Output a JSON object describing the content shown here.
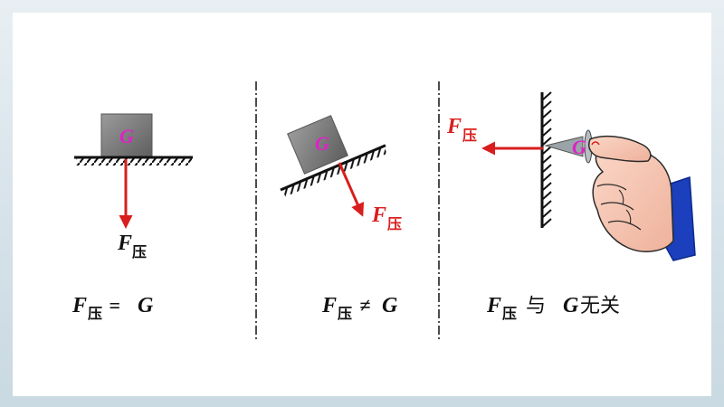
{
  "panel1": {
    "block_label": "G",
    "force_symbol": "F",
    "force_subscript": "压",
    "equation": {
      "left": "F",
      "sub": "压",
      "op": " = ",
      "right": "G"
    }
  },
  "panel2": {
    "block_label": "G",
    "force_symbol": "F",
    "force_subscript": "压",
    "equation": {
      "left": "F",
      "sub": "压",
      "op": " ≠ ",
      "right": "G"
    }
  },
  "panel3": {
    "pin_label": "G",
    "force_symbol": "F",
    "force_subscript": "压",
    "equation": {
      "left": "F",
      "sub": "压",
      "mid": " 与 ",
      "right": "G",
      "tail": "无关"
    }
  },
  "colors": {
    "force_arrow": "#d81e1e",
    "weight_label": "#e020c8",
    "text": "#111111",
    "block": "#8a8a8a",
    "hand_skin": "#f6c6b4",
    "sleeve": "#1b3fbd"
  }
}
